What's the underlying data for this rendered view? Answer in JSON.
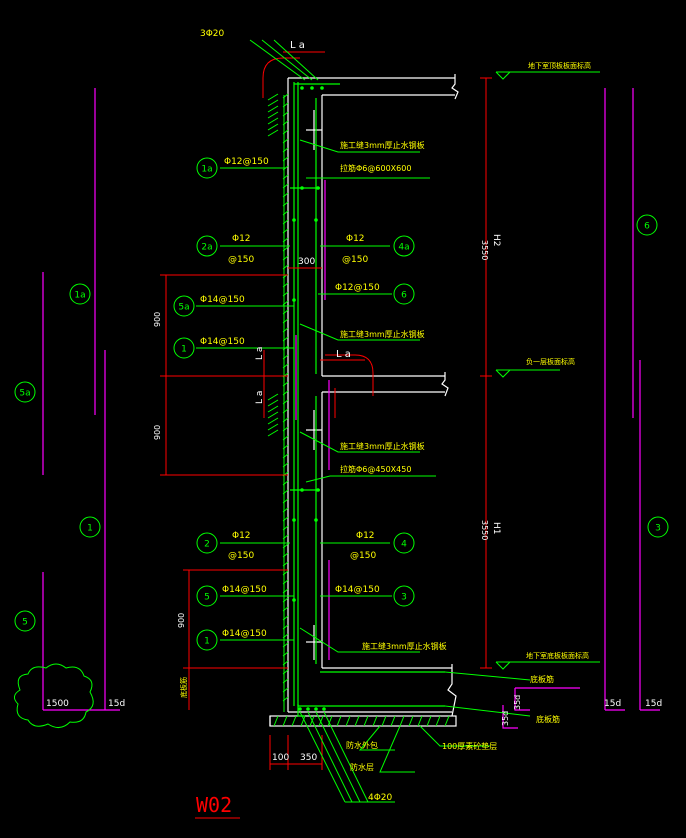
{
  "drawing": {
    "title": "W02",
    "dimensions": {
      "la_top": "L a",
      "la_mid_h": "L a",
      "la_mid_v": "L a",
      "la_mid_v2": "L a",
      "d900_a": "900",
      "d900_b": "900",
      "d900_c": "900",
      "d300": "300",
      "d100": "100",
      "d350": "350",
      "d3550_top": "3550",
      "d3550_bot": "3550",
      "h2": "H2",
      "h1": "H1",
      "d1500": "1500",
      "d15d_left": "15d",
      "d15d_right_a": "15d",
      "d15d_right_b": "15d",
      "d35d_a": "35d",
      "d35d_b": "35d"
    },
    "rebar_labels": {
      "top_bar": "3Φ20",
      "bottom_bar": "4Φ20",
      "r1a": "Φ12@150",
      "tie_top": "拉筋Φ6@600X600",
      "r2a_bar": "Φ12",
      "r2a_spacing": "@150",
      "r4a_bar": "Φ12",
      "r4a_spacing": "@150",
      "r6": "Φ12@150",
      "r5a": "Φ14@150",
      "r1_top": "Φ14@150",
      "tie_bot": "拉筋Φ6@450X450",
      "r2_bar": "Φ12",
      "r2_spacing": "@150",
      "r4_bar": "Φ12",
      "r4_spacing": "@150",
      "r5": "Φ14@150",
      "r3": "Φ14@150",
      "r1_bot": "Φ14@150"
    },
    "notes": {
      "waterstop_1": "施工缝3mm厚止水钢板",
      "waterstop_2": "施工缝3mm厚止水钢板",
      "waterstop_3": "施工缝3mm厚止水钢板",
      "roof_level": "地下室顶板板面标高",
      "floor1_level": "负一层板面标高",
      "base_level": "地下室底板板面标高",
      "bottom_rebar": "底板筋",
      "bottom_rebar2": "底板筋",
      "bottom_rebar_left": "底板筋",
      "waterproof_outer": "防水外包",
      "waterproof_layer": "防水层",
      "cushion": "100厚素砼垫层"
    },
    "markers": {
      "m1a": "1a",
      "m2a": "2a",
      "m4a": "4a",
      "m5a": "5a",
      "m6": "6",
      "m1_mid": "1",
      "m2": "2",
      "m4": "4",
      "m5": "5",
      "m3": "3",
      "m1_bot": "1",
      "left_1a": "1a",
      "left_5a": "5a",
      "left_1": "1",
      "left_5": "5",
      "right_6": "6",
      "right_3": "3"
    },
    "colors": {
      "background": "#000000",
      "concrete": "#ffffff",
      "rebar": "#00ff00",
      "dimension": "#ff0000",
      "leader": "#00ff00",
      "text": "#ffff00",
      "marker": "#00ff00",
      "span": "#ff00ff",
      "hatch": "#00ff00",
      "title": "#ff0000"
    }
  }
}
